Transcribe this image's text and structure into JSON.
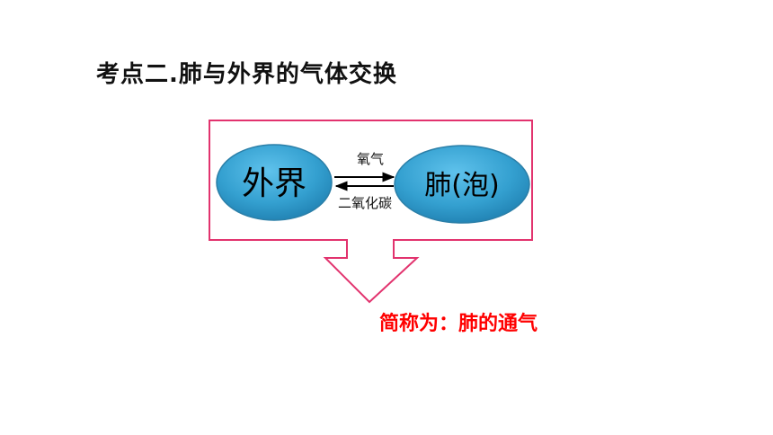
{
  "title": "考点二.肺与外界的气体交换",
  "diagram": {
    "left_node": "外界",
    "right_node": "肺(泡)",
    "arrow_forward_label": "氧气",
    "arrow_back_label": "二氧化碳"
  },
  "summary": "简称为：肺的通气",
  "colors": {
    "frame_border": "#e2336e",
    "ellipse_fill": "#3aa2cf",
    "ellipse_edge": "#2b7fa8",
    "summary_text": "#ff0000"
  }
}
